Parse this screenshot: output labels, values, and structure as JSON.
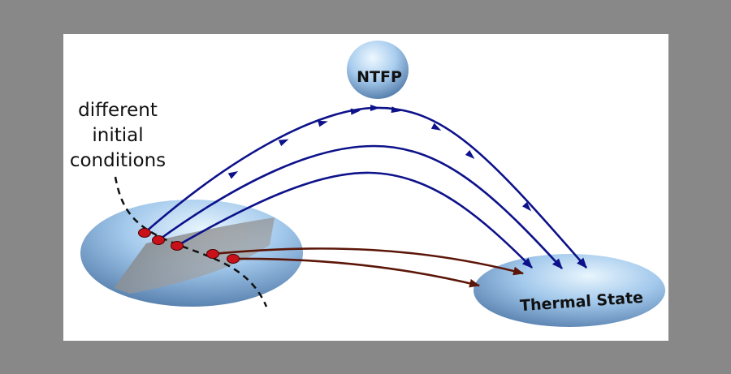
{
  "labels": {
    "attractor": "NTFP",
    "target": "Thermal State",
    "initial_line1": "different",
    "initial_line2": "initial",
    "initial_line3": "conditions"
  },
  "colors": {
    "page_background": "#888888",
    "panel": "#ffffff",
    "blob_light": "#e8f5fd",
    "blob_mid": "#a3c9ec",
    "blob_dark": "#4f78a7",
    "plane": "#7e7e7e",
    "blue_trajectory": "#0d128a",
    "brown_trajectory": "#5c1608",
    "initial_point": "#c8111a",
    "dashed_curve": "#111111"
  },
  "icons": {
    "trajectory_arrow": "arrowhead-icon",
    "initial_point": "red-dot-icon"
  }
}
